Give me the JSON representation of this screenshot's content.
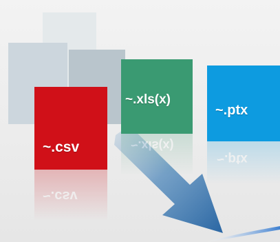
{
  "cards": {
    "csv": {
      "label": "~.csv",
      "color": "#d01018"
    },
    "xls": {
      "label": "~.xls(x)",
      "color": "#3a9a72"
    },
    "ptx": {
      "label": "~.ptx",
      "color": "#0d9be0"
    }
  },
  "colors": {
    "ghost_light": "#c8d2da",
    "ghost_mid": "#b4c0c8",
    "arrow": "#2e6fa8",
    "accent_bar": "#3d7fd0"
  },
  "icons": {
    "arrow": "diagonal-arrow-icon"
  }
}
